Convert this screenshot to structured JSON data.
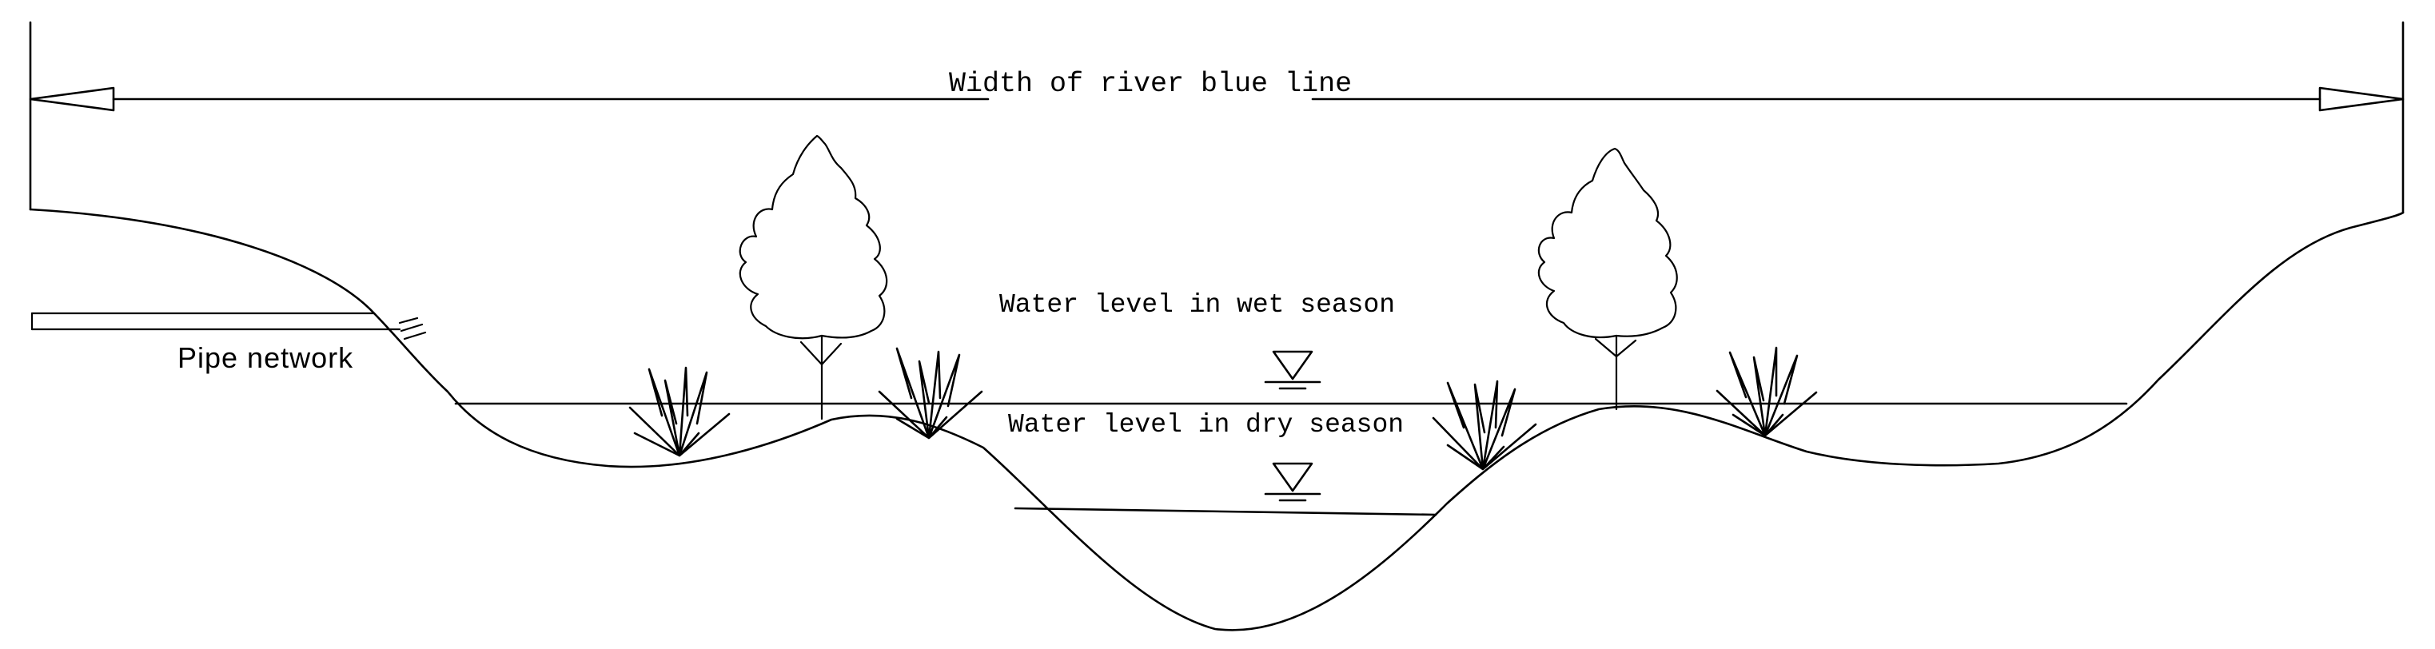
{
  "labels": {
    "width": "Width of river blue line",
    "wet": "Water level in wet season",
    "dry": "Water level in dry season",
    "pipe": "Pipe network"
  },
  "icons": [
    "arrowhead-icon",
    "tree-icon",
    "reed-plant-icon",
    "water-level-symbol-icon"
  ],
  "colors": {
    "line": "#000000",
    "background": "#ffffff"
  }
}
